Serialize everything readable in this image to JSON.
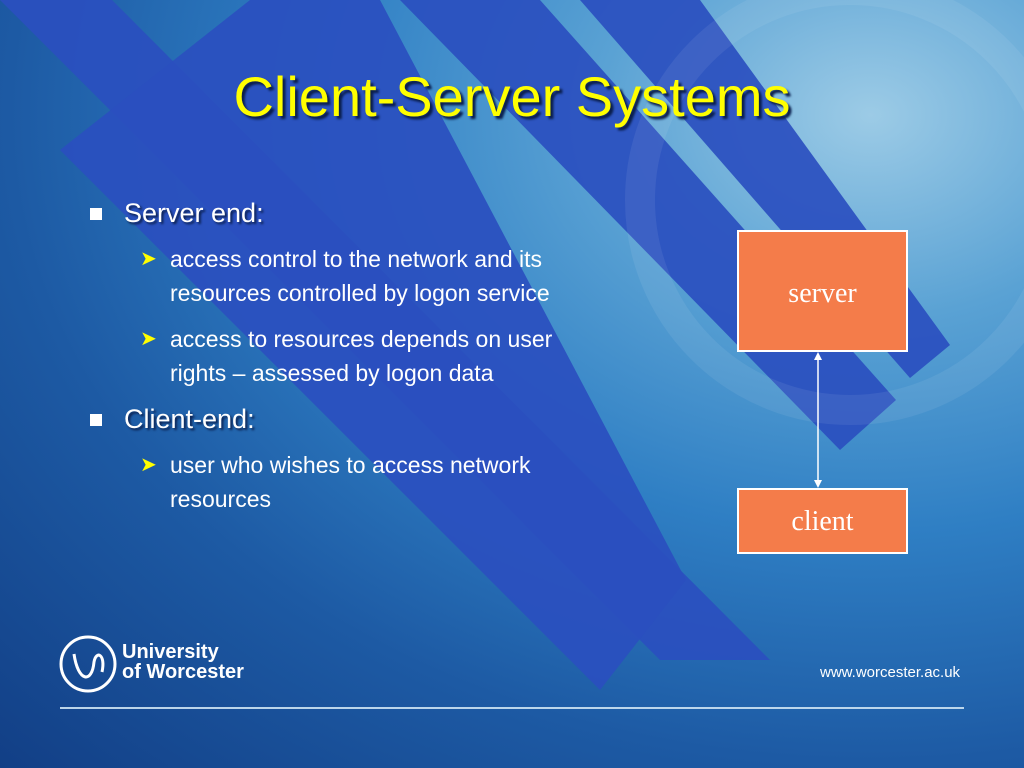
{
  "slide": {
    "title": "Client-Server Systems",
    "bullets": [
      {
        "label": "Server end:",
        "subitems": [
          "access control to the network and its resources controlled by logon service",
          "access to resources depends on user rights – assessed by logon data"
        ]
      },
      {
        "label": "Client-end:",
        "subitems": [
          "user who wishes to access network resources"
        ]
      }
    ],
    "diagram": {
      "server_label": "server",
      "client_label": "client"
    },
    "footer": {
      "logo_line1": "University",
      "logo_line2": "of Worcester",
      "url": "www.worcester.ac.uk"
    }
  },
  "colors": {
    "title": "#ffff00",
    "box_fill": "#f47c4a",
    "stripe": "#2a4fbf",
    "text": "#ffffff"
  },
  "icons": {
    "level1_bullet": "square-bullet-icon",
    "level2_bullet": "arrowhead-bullet-icon",
    "connector": "double-arrow-icon",
    "logo": "university-crest-icon"
  }
}
